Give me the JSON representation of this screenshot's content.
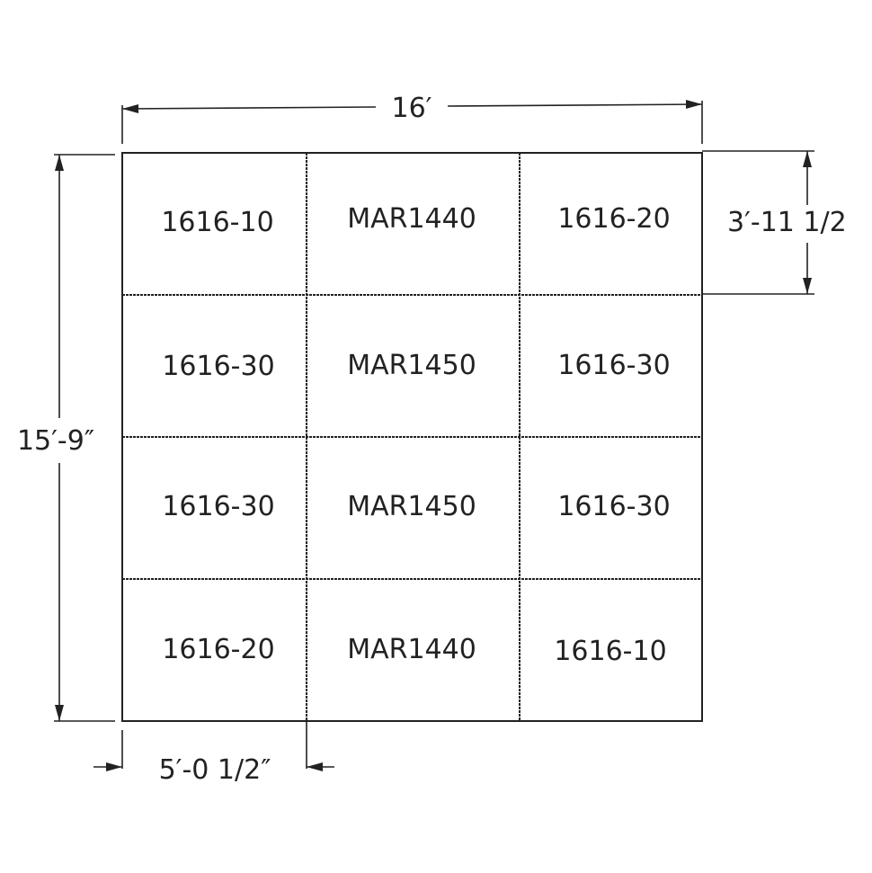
{
  "dimensions": {
    "overall_width": "16′",
    "overall_height": "15′-9″",
    "row_height": "3′-11 1/2",
    "column_width": "5′-0 1/2″"
  },
  "grid": {
    "rows": [
      [
        "1616-10",
        "MAR1440",
        "1616-20"
      ],
      [
        "1616-30",
        "MAR1450",
        "1616-30"
      ],
      [
        "1616-30",
        "MAR1450",
        "1616-30"
      ],
      [
        "1616-20",
        "MAR1440",
        "1616-10"
      ]
    ]
  }
}
